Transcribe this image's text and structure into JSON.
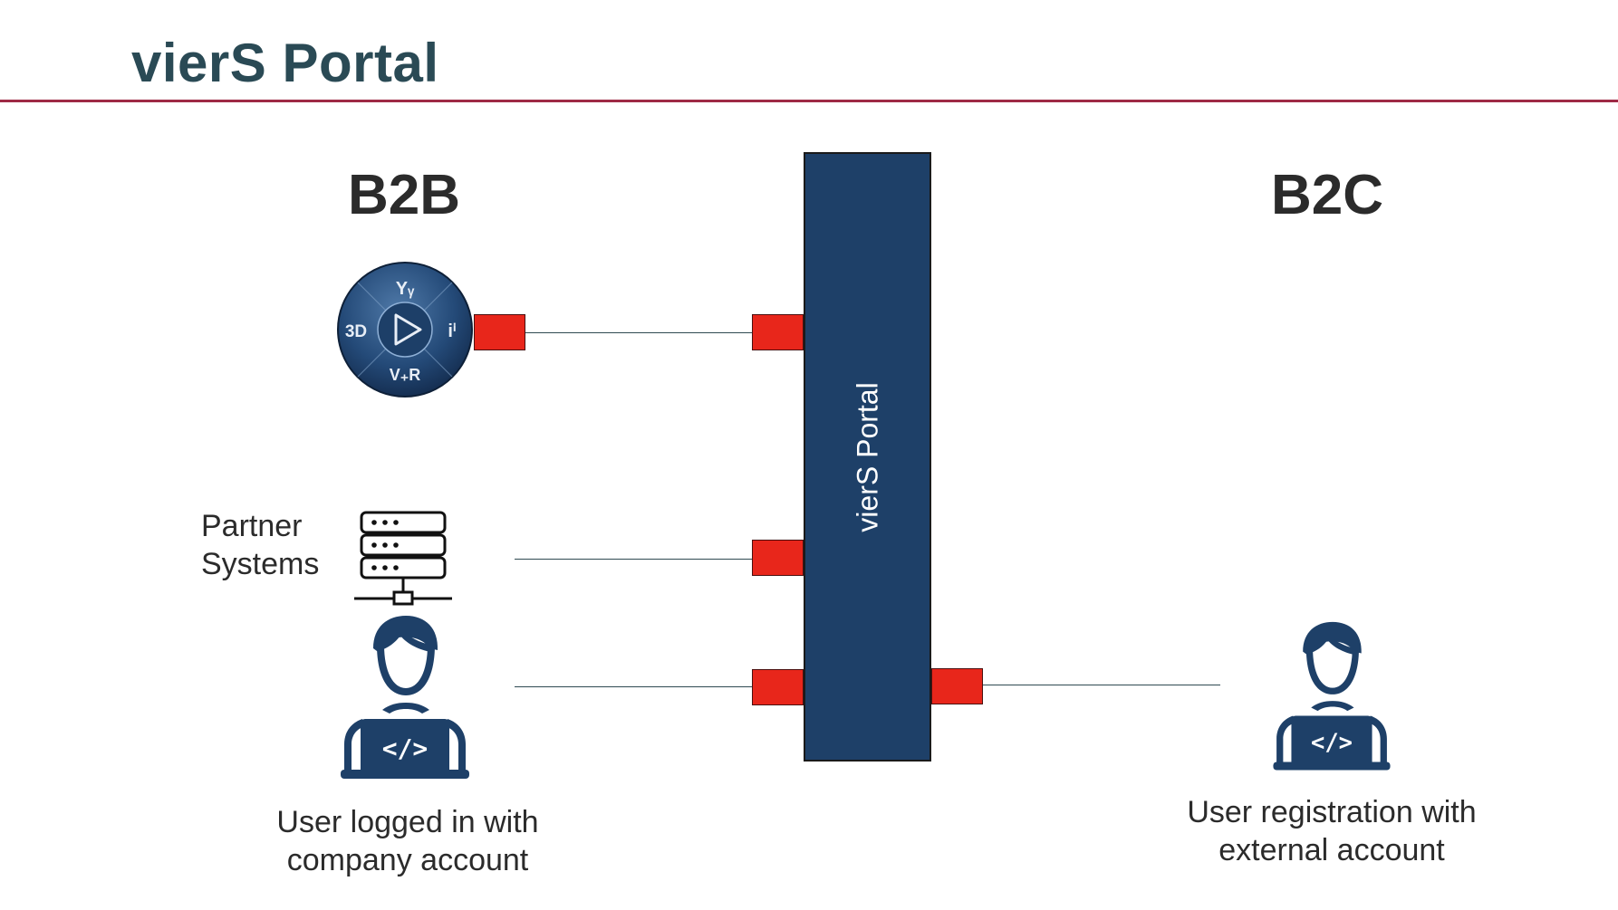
{
  "page": {
    "title": "vierS Portal"
  },
  "sections": {
    "b2b": {
      "label": "B2B"
    },
    "b2c": {
      "label": "B2C"
    }
  },
  "portal": {
    "label": "vierS Portal",
    "fill_color": "#1e4068"
  },
  "nodes": {
    "platform": {
      "icon": "3dexperience-compass-icon",
      "labels": {
        "top": "Yᵧ",
        "left": "3D",
        "right": "iⁱ",
        "bottom": "V₊R"
      }
    },
    "partner_systems": {
      "label_line1": "Partner",
      "label_line2": "Systems",
      "icon": "server-network-icon"
    },
    "b2b_user": {
      "caption_line1": "User logged in with",
      "caption_line2": "company account",
      "icon": "developer-laptop-icon"
    },
    "b2c_user": {
      "caption_line1": "User registration with",
      "caption_line2": "external account",
      "icon": "developer-laptop-icon"
    }
  },
  "colors": {
    "title": "#2a4a55",
    "rule": "#9e2a45",
    "port": "#e8261b",
    "icon": "#1e4068",
    "connector": "#2f4a52"
  }
}
